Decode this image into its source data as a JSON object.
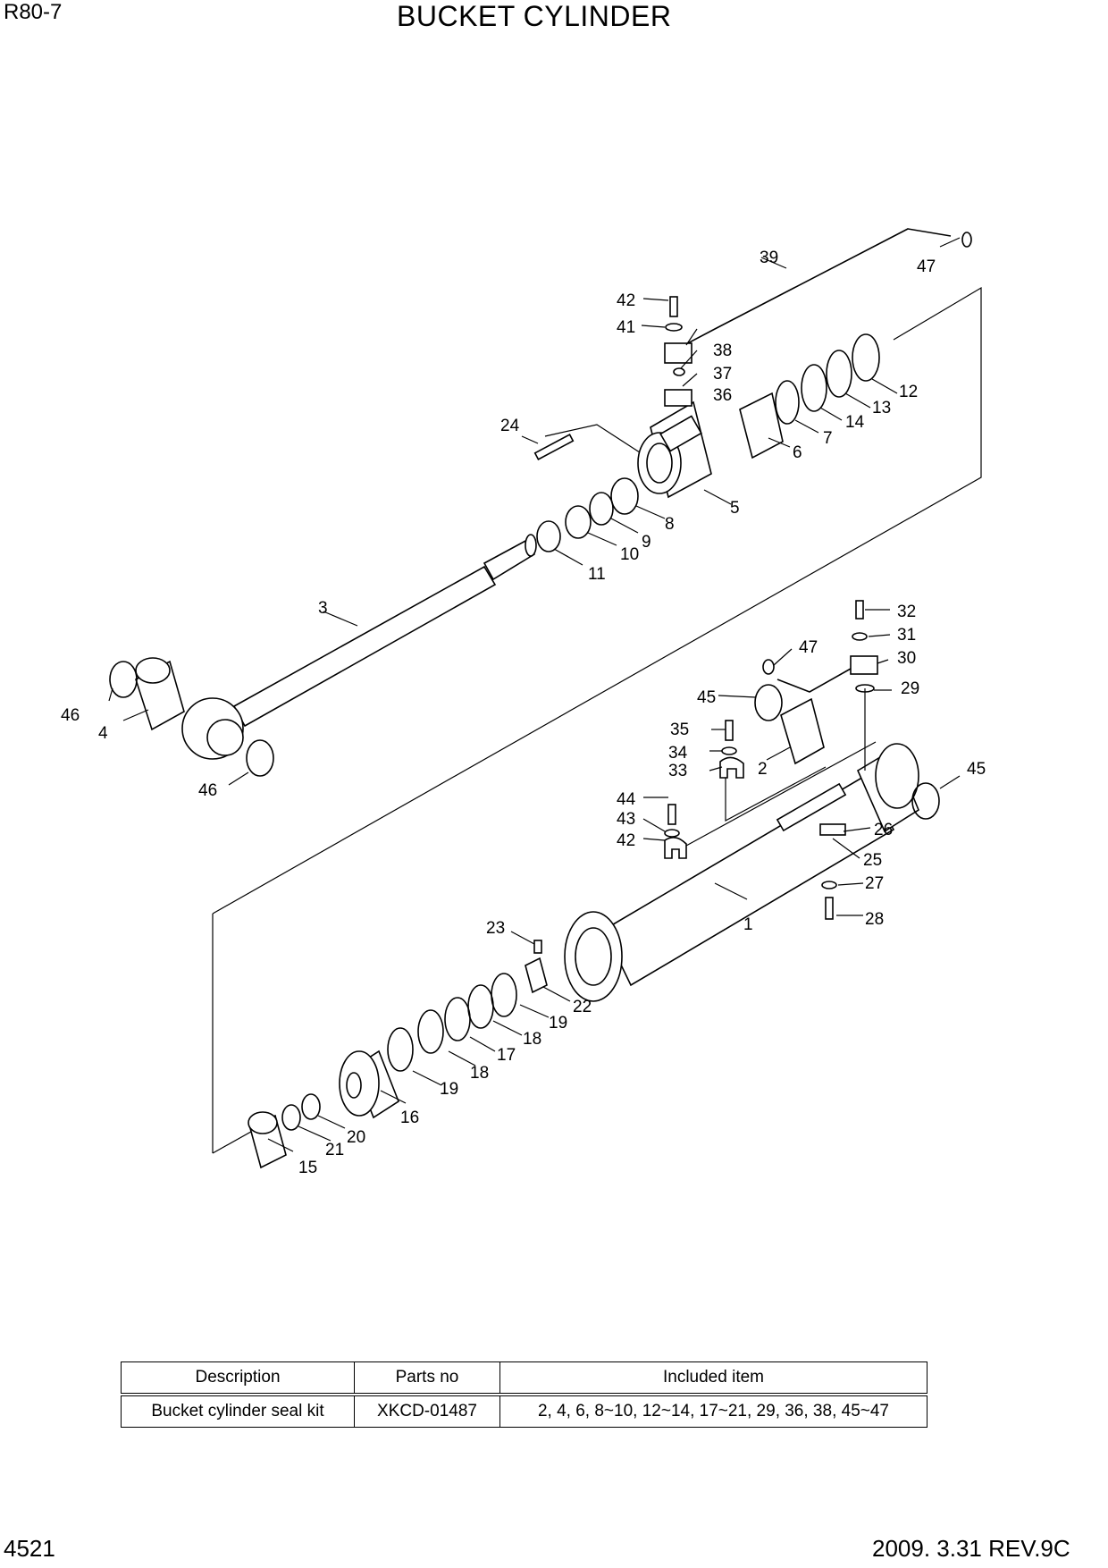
{
  "header": {
    "model": "R80-7",
    "title": "BUCKET CYLINDER"
  },
  "footer": {
    "page": "4521",
    "revision": "2009. 3.31  REV.9C"
  },
  "callouts": [
    {
      "id": "c1",
      "label": "1"
    },
    {
      "id": "c2",
      "label": "2"
    },
    {
      "id": "c3",
      "label": "3"
    },
    {
      "id": "c4",
      "label": "4"
    },
    {
      "id": "c5",
      "label": "5"
    },
    {
      "id": "c6",
      "label": "6"
    },
    {
      "id": "c7",
      "label": "7"
    },
    {
      "id": "c8",
      "label": "8"
    },
    {
      "id": "c9",
      "label": "9"
    },
    {
      "id": "c10",
      "label": "10"
    },
    {
      "id": "c11",
      "label": "11"
    },
    {
      "id": "c12",
      "label": "12"
    },
    {
      "id": "c13",
      "label": "13"
    },
    {
      "id": "c14",
      "label": "14"
    },
    {
      "id": "c15",
      "label": "15"
    },
    {
      "id": "c16",
      "label": "16"
    },
    {
      "id": "c17",
      "label": "17"
    },
    {
      "id": "c18a",
      "label": "18"
    },
    {
      "id": "c18b",
      "label": "18"
    },
    {
      "id": "c19a",
      "label": "19"
    },
    {
      "id": "c19b",
      "label": "19"
    },
    {
      "id": "c20",
      "label": "20"
    },
    {
      "id": "c21",
      "label": "21"
    },
    {
      "id": "c22",
      "label": "22"
    },
    {
      "id": "c23",
      "label": "23"
    },
    {
      "id": "c24",
      "label": "24"
    },
    {
      "id": "c25",
      "label": "25"
    },
    {
      "id": "c26",
      "label": "26"
    },
    {
      "id": "c27",
      "label": "27"
    },
    {
      "id": "c28",
      "label": "28"
    },
    {
      "id": "c29",
      "label": "29"
    },
    {
      "id": "c30",
      "label": "30"
    },
    {
      "id": "c31",
      "label": "31"
    },
    {
      "id": "c32",
      "label": "32"
    },
    {
      "id": "c33",
      "label": "33"
    },
    {
      "id": "c34",
      "label": "34"
    },
    {
      "id": "c35",
      "label": "35"
    },
    {
      "id": "c36",
      "label": "36"
    },
    {
      "id": "c37",
      "label": "37"
    },
    {
      "id": "c38",
      "label": "38"
    },
    {
      "id": "c39",
      "label": "39"
    },
    {
      "id": "c41",
      "label": "41"
    },
    {
      "id": "c42a",
      "label": "42"
    },
    {
      "id": "c42b",
      "label": "42"
    },
    {
      "id": "c43",
      "label": "43"
    },
    {
      "id": "c44",
      "label": "44"
    },
    {
      "id": "c45a",
      "label": "45"
    },
    {
      "id": "c45b",
      "label": "45"
    },
    {
      "id": "c46a",
      "label": "46"
    },
    {
      "id": "c46b",
      "label": "46"
    },
    {
      "id": "c47a",
      "label": "47"
    },
    {
      "id": "c47b",
      "label": "47"
    }
  ],
  "kit_table": {
    "headers": [
      "Description",
      "Parts no",
      "Included item"
    ],
    "rows": [
      [
        "Bucket cylinder seal kit",
        "XKCD-01487",
        "2, 4, 6, 8~10, 12~14, 17~21, 29, 36, 38, 45~47"
      ]
    ]
  }
}
